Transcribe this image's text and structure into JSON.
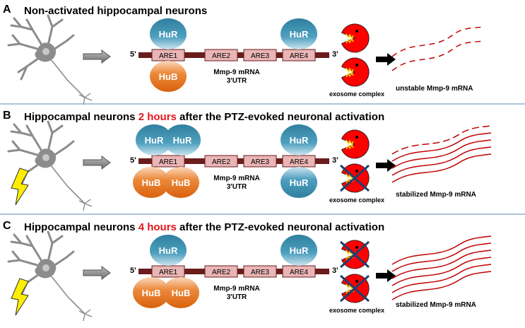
{
  "panels": [
    {
      "letter": "A",
      "title_parts": [
        {
          "text": "Non-activated hippocampal neurons",
          "highlight": false
        }
      ],
      "upper_proteins": [
        "HuR"
      ],
      "lower_proteins": [
        "HuB"
      ],
      "are4_upper": [
        "HuR"
      ],
      "are4_lower": [],
      "exosome_blocked": [
        false,
        false
      ],
      "exosome_label": "exosome complex",
      "mrna_state": "unstable",
      "outcome_label": "unstable Mmp-9 mRNA"
    },
    {
      "letter": "B",
      "title_parts": [
        {
          "text": "Hippocampal neurons ",
          "highlight": false
        },
        {
          "text": "2 hours",
          "highlight": true
        },
        {
          "text": " after the PTZ-evoked neuronal activation",
          "highlight": false
        }
      ],
      "upper_proteins": [
        "HuR",
        "HuR"
      ],
      "lower_proteins": [
        "HuB",
        "HuB"
      ],
      "are4_upper": [
        "HuR"
      ],
      "are4_lower": [
        "HuR"
      ],
      "exosome_blocked": [
        false,
        true
      ],
      "exosome_label": "exosome complex",
      "mrna_state": "stable-partial",
      "outcome_label": "stabilized Mmp-9 mRNA"
    },
    {
      "letter": "C",
      "title_parts": [
        {
          "text": "Hippocampal neurons ",
          "highlight": false
        },
        {
          "text": "4 hours",
          "highlight": true
        },
        {
          "text": " after the PTZ-evoked neuronal activation",
          "highlight": false
        }
      ],
      "upper_proteins": [
        "HuR"
      ],
      "lower_proteins": [
        "HuB",
        "HuB"
      ],
      "are4_upper": [
        "HuR"
      ],
      "are4_lower": [],
      "exosome_blocked": [
        true,
        true
      ],
      "exosome_label": "exosome complex",
      "mrna_state": "stable-full",
      "outcome_label": "stabilized Mmp-9 mRNA"
    }
  ],
  "mrna": {
    "five_prime": "5'",
    "three_prime": "3'",
    "are_labels": [
      "ARE1",
      "ARE2",
      "ARE3",
      "ARE4"
    ],
    "name_line1": "Mmp-9 mRNA",
    "name_line2": "3'UTR"
  },
  "colors": {
    "highlight": "#e8141c",
    "hur": "#3a8fae",
    "hub": "#e06e16",
    "mrna": "#6b1c1c",
    "are_box": "#e9b5b5",
    "exosome": "#ff0000",
    "cross": "#1f3f6e",
    "neuron": "#8c8c8c",
    "lightning": "#ffee00",
    "divider": "#5b8ab5"
  }
}
